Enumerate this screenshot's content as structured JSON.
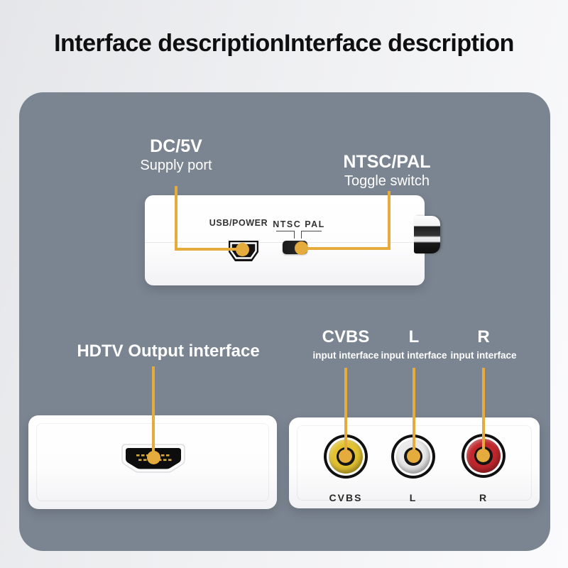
{
  "title": "Interface descriptionInterface description",
  "colors": {
    "panel_background": "#7b8591",
    "leader_line": "#e5ab3d",
    "device_body": "#ffffff"
  },
  "top_section": {
    "dc_label": {
      "big": "DC/5V",
      "small": "Supply port"
    },
    "ntsc_label": {
      "big": "NTSC/PAL",
      "small": "Toggle switch"
    },
    "device": {
      "usb_port_label": "USB/POWER",
      "switch_label": "NTSC PAL"
    }
  },
  "hdmi_section": {
    "label": "HDTV Output interface"
  },
  "rca_section": {
    "columns": [
      {
        "big": "CVBS",
        "small": "input interface"
      },
      {
        "big": "L",
        "small": "input interface"
      },
      {
        "big": "R",
        "small": "input interface"
      }
    ],
    "ports": [
      {
        "label": "CVBS",
        "color": "#e2c231"
      },
      {
        "label": "L",
        "color": "#e9e9ea"
      },
      {
        "label": "R",
        "color": "#c1272d"
      }
    ]
  }
}
